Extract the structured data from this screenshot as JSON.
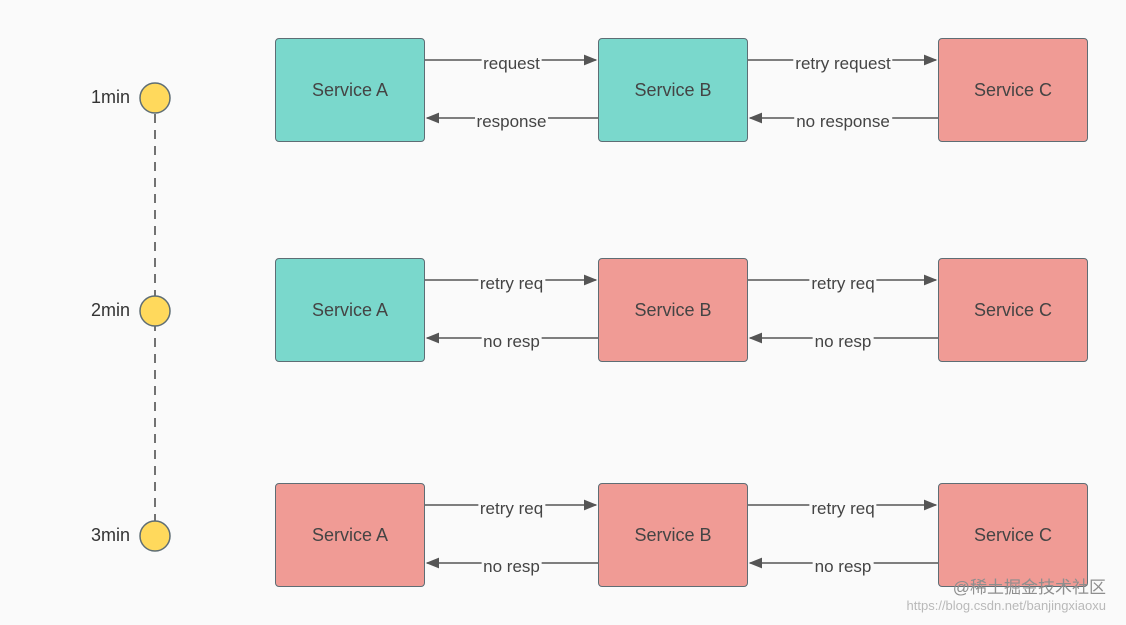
{
  "timeline": {
    "labels": [
      "1min",
      "2min",
      "3min"
    ],
    "marker_color": "#ffd95c"
  },
  "colors": {
    "healthy": "#7ad8cc",
    "failed": "#f09b95",
    "stroke": "#5e6d74"
  },
  "rows": [
    {
      "services": [
        {
          "name": "Service A",
          "status": "healthy"
        },
        {
          "name": "Service B",
          "status": "healthy"
        },
        {
          "name": "Service C",
          "status": "failed"
        }
      ],
      "edges": [
        {
          "forward": "request",
          "back": "response"
        },
        {
          "forward": "retry request",
          "back": "no response"
        }
      ]
    },
    {
      "services": [
        {
          "name": "Service A",
          "status": "healthy"
        },
        {
          "name": "Service B",
          "status": "failed"
        },
        {
          "name": "Service C",
          "status": "failed"
        }
      ],
      "edges": [
        {
          "forward": "retry req",
          "back": "no resp"
        },
        {
          "forward": "retry req",
          "back": "no resp"
        }
      ]
    },
    {
      "services": [
        {
          "name": "Service A",
          "status": "failed"
        },
        {
          "name": "Service B",
          "status": "failed"
        },
        {
          "name": "Service C",
          "status": "failed"
        }
      ],
      "edges": [
        {
          "forward": "retry req",
          "back": "no resp"
        },
        {
          "forward": "retry req",
          "back": "no resp"
        }
      ]
    }
  ],
  "watermark": {
    "brand": "@稀土掘金技术社区",
    "url": "https://blog.csdn.net/banjingxiaoxu"
  }
}
